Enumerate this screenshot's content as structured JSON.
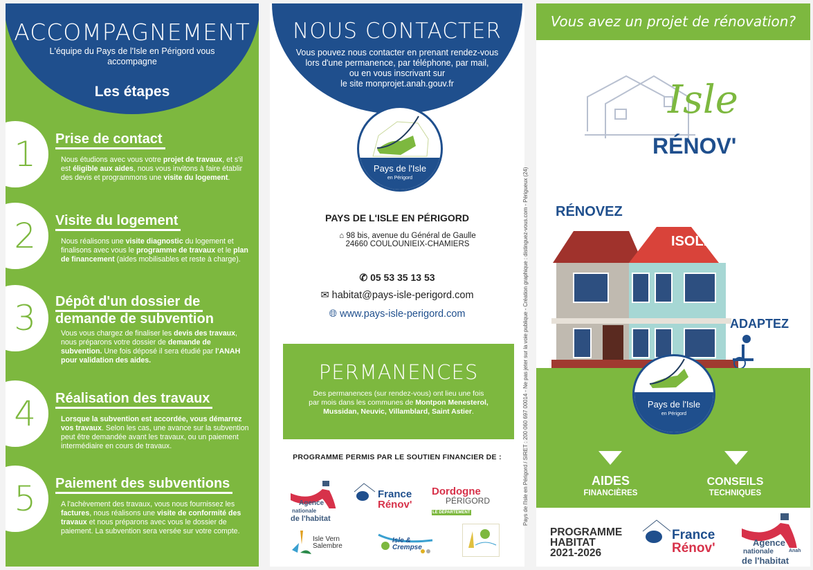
{
  "left": {
    "title": "ACCOMPAGNEMENT",
    "subtitle": "L'équipe du Pays de l'Isle en Périgord vous accompagne",
    "section": "Les étapes",
    "steps": [
      {
        "num": "1",
        "title": "Prise de contact",
        "html": "Nous étudions avec vous votre <b>projet de travaux</b>, et s'il est <b>éligible aux aides</b>, nous vous invitons à faire établir des devis et programmons une <b>visite du logement</b>."
      },
      {
        "num": "2",
        "title": "Visite du logement",
        "html": "Nous réalisons une <b>visite diagnostic</b> du logement et finalisons avec vous le <b>programme de travaux</b> et le <b>plan de financement</b> (aides mobilisables et reste à charge)."
      },
      {
        "num": "3",
        "title": "Dépôt d'un dossier de",
        "title2": "demande de subvention",
        "html": "Vous vous chargez de finaliser les <b>devis des travaux</b>, nous préparons votre dossier de <b>demande de subvention.</b> Une fois déposé il sera étudié par <b>l'ANAH pour validation des aides.</b>"
      },
      {
        "num": "4",
        "title": "Réalisation des travaux",
        "html": "<b>Lorsque la subvention est accordée, vous démarrez vos travaux</b>. Selon les cas, une avance sur la subvention peut être demandée avant les travaux, ou un paiement intermédiaire en cours de travaux."
      },
      {
        "num": "5",
        "title": "Paiement des subventions",
        "html": "A l'achèvement des travaux, vous nous fournissez les <b>factures</b>, nous réalisons une <b>visite de conformité des travaux</b> et nous préparons avec vous le dossier de paiement. La subvention sera versée sur votre compte."
      }
    ]
  },
  "center": {
    "title": "NOUS CONTACTER",
    "intro": [
      "Vous pouvez nous contacter en prenant rendez-vous",
      "lors d'une permanence, par téléphone, par mail,",
      "ou en vous inscrivant sur",
      "le site monprojet.anah.gouv.fr"
    ],
    "logo": {
      "name": "Pays de l'Isle",
      "sub": "en Périgord"
    },
    "org": "PAYS DE L'ISLE EN PÉRIGORD",
    "address1": "98 bis, avenue du Général de Gaulle",
    "address2": "24660 COULOUNIEIX-CHAMIERS",
    "phone": "05 53 35 13 53",
    "email": "habitat@pays-isle-perigord.com",
    "website": "www.pays-isle-perigord.com",
    "perm_title": "PERMANENCES",
    "perm_html": "Des permanences (sur rendez-vous) ont lieu une fois<br>par mois dans les communes de <b>Montpon Menesterol,<br>Mussidan, Neuvic, Villamblard, Saint Astier</b>.",
    "sponsors_label": "PROGRAMME PERMIS PAR LE SOUTIEN FINANCIER DE :",
    "sponsors": {
      "anah": [
        "Agence",
        "nationale",
        "de l'habitat",
        "Anah"
      ],
      "france": [
        "France",
        "Rénov'"
      ],
      "dordogne": [
        "Dordogne",
        "PÉRIGORD",
        "LE DÉPARTEMENT"
      ],
      "isle_vern": "Isle Vern Salembre",
      "isle_crempse": "Isle & Crempse"
    }
  },
  "side_text": "Pays de l'Isle en Périgord / SIRET : 200 060 697 00014 - Ne pas jeter sur la voie publique - Création graphique : distinguez-vous.com - Périgueux (24)",
  "right": {
    "banner": "Vous avez un projet de rénovation?",
    "brand1": "Isle",
    "brand2": "RÉNOV'",
    "renovez": "RÉNOVEZ",
    "isolez": "ISOLEZ",
    "adaptez": "ADAPTEZ",
    "aides": "AIDES",
    "aides_sub": "FINANCIÈRES",
    "conseils": "CONSEILS",
    "conseils_sub": "TECHNIQUES",
    "programme": [
      "PROGRAMME",
      "HABITAT",
      "2021-2026"
    ]
  },
  "colors": {
    "green": "#7db83f",
    "blue": "#1f4f8d",
    "red": "#c8323a"
  }
}
